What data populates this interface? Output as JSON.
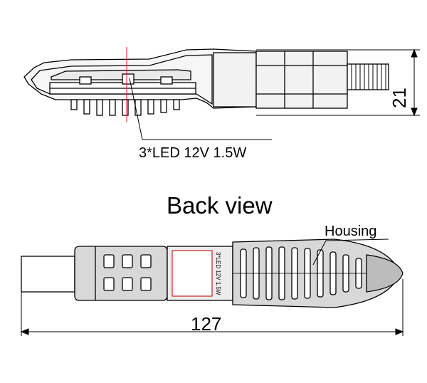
{
  "side_view": {
    "led_label": "3*LED 12V 1.5W",
    "height_dimension": "21"
  },
  "back_view": {
    "title": "Back view",
    "housing_label": "Housing",
    "length_dimension": "127",
    "sticker_text": "3*LED 12V 1.5W"
  },
  "colors": {
    "line": "#000000",
    "body_fill": "#d8d8d8",
    "cap_fill": "#bcbcbc",
    "sticker_outline": "#cc2222",
    "centerline": "#e02020"
  }
}
